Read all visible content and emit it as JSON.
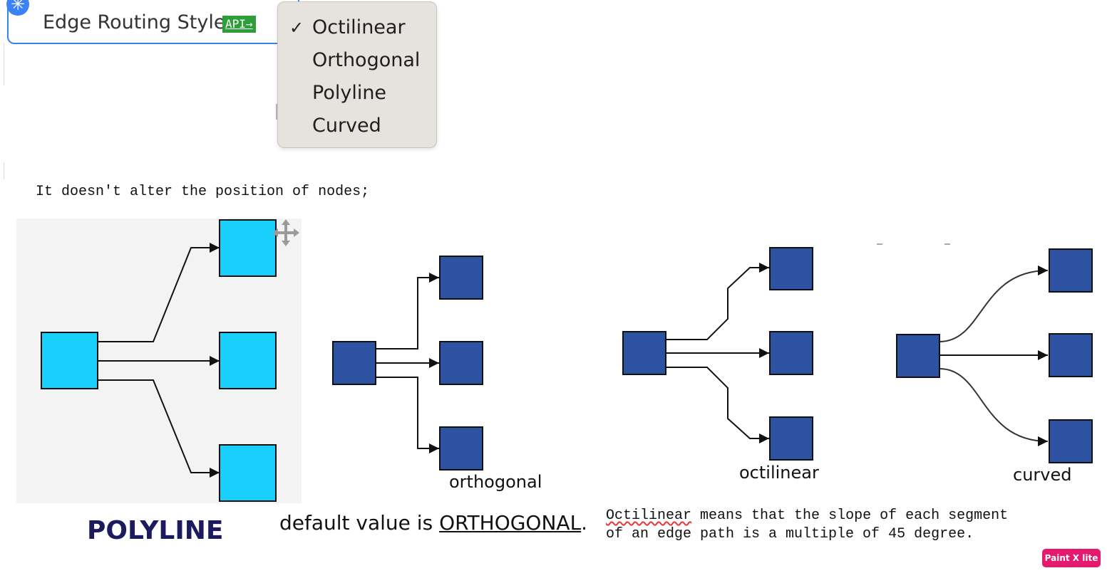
{
  "control": {
    "label": "Edge Routing Style",
    "api_badge": "API→"
  },
  "dropdown": {
    "selected": "Octilinear",
    "check_glyph": "✓",
    "options": [
      "Octilinear",
      "Orthogonal",
      "Polyline",
      "Curved"
    ]
  },
  "note": "It doesn't alter the position of nodes;",
  "labels": {
    "polyline": "POLYLINE",
    "orthogonal": "orthogonal",
    "octilinear": "octilinear",
    "curved": "curved"
  },
  "default_note": {
    "prefix": "default value is ",
    "value": "ORTHOGONAL",
    "suffix": "."
  },
  "octilinear_note": {
    "word": "Octilinear",
    "line1_rest": " means that the slope of each segment",
    "line2": "of an edge path is a multiple of 45 degree."
  },
  "icons": {
    "snowflake": "snowflake-icon",
    "move": "move-icon"
  },
  "colors": {
    "accent_blue": "#3b82f6",
    "api_green": "#2e9e3a",
    "cyan_node": "#19d0fc",
    "dark_node": "#2d52a1",
    "polyline_label": "#1b1b5e",
    "paintx": "#e5196d"
  },
  "watermark": "Paint X lite"
}
